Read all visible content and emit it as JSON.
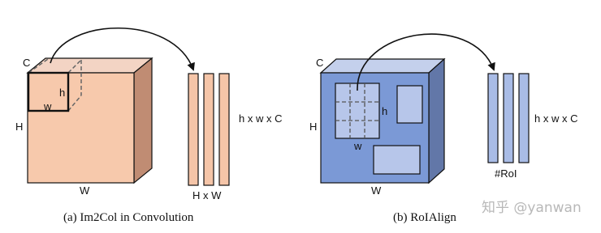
{
  "left_panel": {
    "label_c": "C",
    "label_h_outer": "H",
    "label_w_outer": "W",
    "label_h_inner": "h",
    "label_w_inner": "w",
    "columns_label_bottom": "H x W",
    "columns_label_right": "h x w x C",
    "caption": "(a) Im2Col in Convolution",
    "colors": {
      "face": "#f7c9ac",
      "side": "#c08c73",
      "top": "#f3d4c4",
      "column": "#f5c5a8"
    }
  },
  "right_panel": {
    "label_c": "C",
    "label_h_outer": "H",
    "label_w_outer": "W",
    "label_h_inner": "h",
    "label_w_inner": "w",
    "columns_label_bottom": "#RoI",
    "columns_label_right": "h x w x C",
    "caption": "(b) RoIAlign",
    "colors": {
      "face": "#7b99d6",
      "side": "#6277a8",
      "top": "#c4d0ec",
      "roi": "#b7c6ea",
      "column": "#a9bce6"
    }
  },
  "watermark": "知乎 @yanwan"
}
